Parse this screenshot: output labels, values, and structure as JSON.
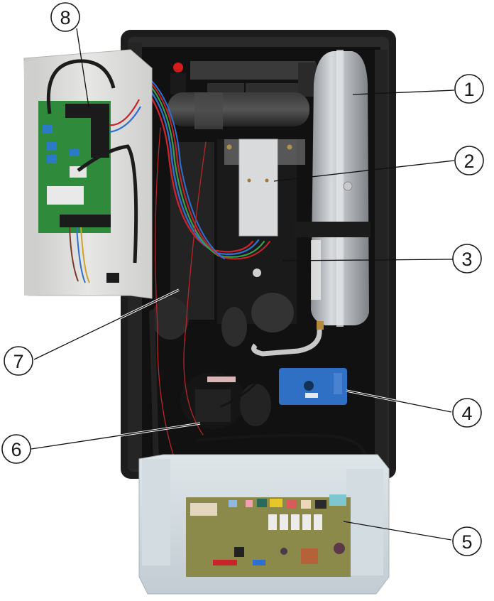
{
  "figure": {
    "description_role": "exploded-interior-view",
    "callouts": [
      {
        "number": "1",
        "component": "expansion-vessel"
      },
      {
        "number": "2",
        "component": "heating-element-cover"
      },
      {
        "number": "3",
        "component": "heat-exchanger-insulation"
      },
      {
        "number": "4",
        "component": "diverter-valve-actuator"
      },
      {
        "number": "5",
        "component": "main-control-board"
      },
      {
        "number": "6",
        "component": "circulation-pump"
      },
      {
        "number": "7",
        "component": "flow-pipe-insulation"
      },
      {
        "number": "8",
        "component": "connection-terminal-board"
      }
    ]
  },
  "colors": {
    "housing": "#1c1b1b",
    "foam": "#2a2a2a",
    "panel": "#dcdcda",
    "vessel": "#b9bcc0",
    "pcb_green": "#2f8a3c",
    "pcb_tan": "#8c8a4a",
    "actuator_blue": "#2f6fc4",
    "wire_red": "#c8242a",
    "wire_blue": "#2f6fd0",
    "wire_green": "#3aa04a",
    "tray": "#cfd8de"
  }
}
